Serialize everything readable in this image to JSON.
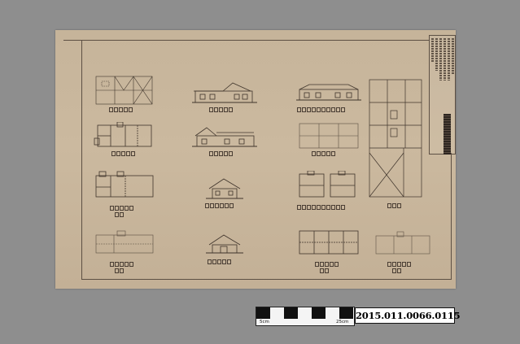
{
  "document": {
    "accession_number": "2015.011.0066.0115",
    "ruler": {
      "left_label": "5cm",
      "right_label": "25cm"
    }
  },
  "colors": {
    "paper": "#c6b49a",
    "ink": "#4a3e34",
    "background": "#8e8e8e"
  }
}
